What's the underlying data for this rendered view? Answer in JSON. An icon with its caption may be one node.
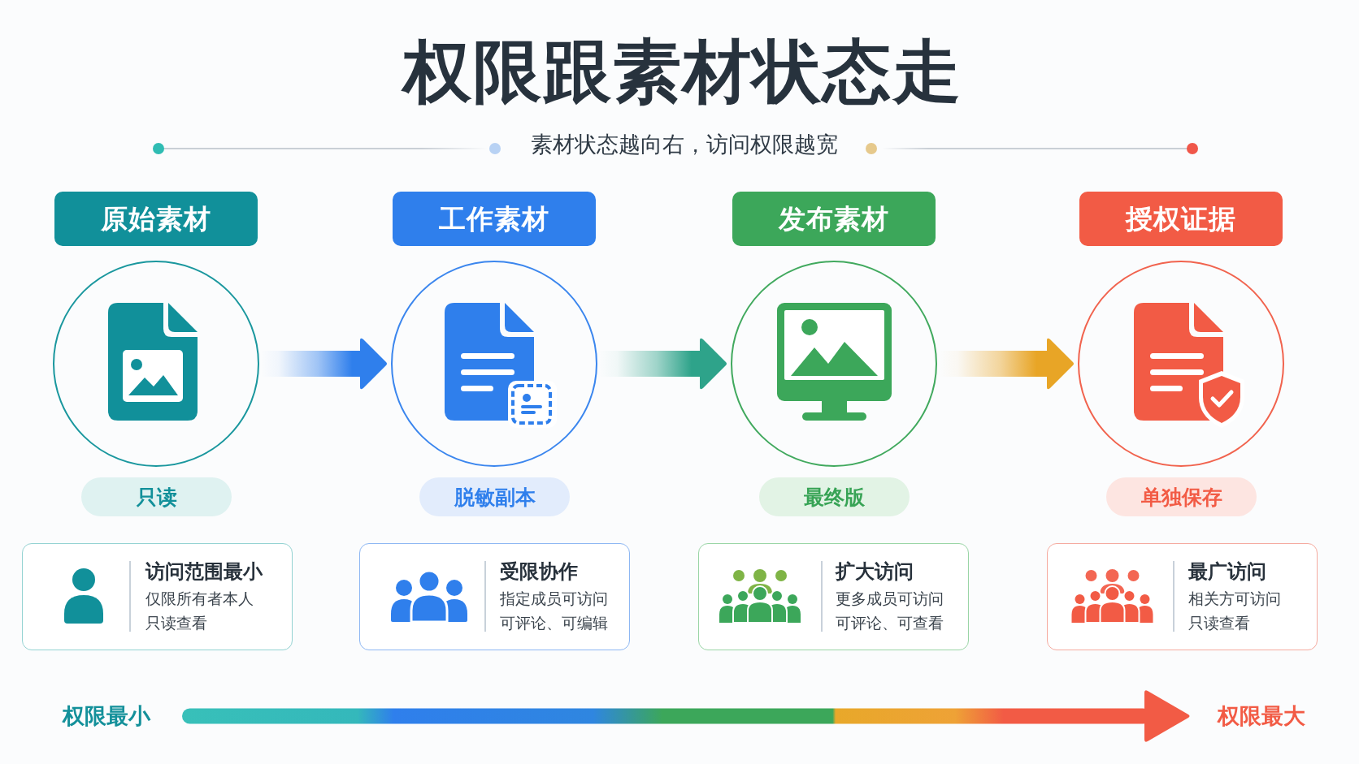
{
  "diagram": {
    "title": "权限跟素材状态走",
    "nodes": [
      {
        "text": [
          "原始素材"
        ]
      },
      {
        "text": [
          "工作素材"
        ]
      },
      {
        "text": [
          "发布素材"
        ]
      },
      {
        "text": [
          "授权证据"
        ]
      },
      {
        "text": [],
        "shape": "circle"
      },
      {
        "text": [],
        "shape": "circle"
      },
      {
        "text": [],
        "shape": "circle"
      },
      {
        "text": [],
        "shape": "circle"
      },
      {
        "text": [
          "只读"
        ]
      },
      {
        "text": [
          "脱敏副本"
        ]
      },
      {
        "text": [
          "最终版"
        ]
      },
      {
        "text": [
          "单独保存"
        ]
      },
      {
        "text": [
          "访问范围最小",
          "仅限所有者本人",
          "只读查看"
        ]
      },
      {
        "text": [
          "受限协作",
          "指定成员可访问",
          "可评论、可编辑"
        ]
      },
      {
        "text": [
          "扩大访问",
          "更多成员可访问",
          "可评论、可查看"
        ]
      },
      {
        "text": [
          "最广访问",
          "相关方可访问",
          "只读查看"
        ]
      }
    ],
    "edges": [
      {
        "from": 4,
        "to": 5,
        "arrow": "to",
        "color": "#2f7fec"
      },
      {
        "from": 5,
        "to": 6,
        "arrow": "to",
        "color": "#2ea38a"
      },
      {
        "from": 6,
        "to": 7,
        "arrow": "to",
        "color": "#e8a526"
      }
    ],
    "labels": [
      "素材状态越向右，访问权限越宽",
      "权限最小",
      "权限最大"
    ]
  }
}
